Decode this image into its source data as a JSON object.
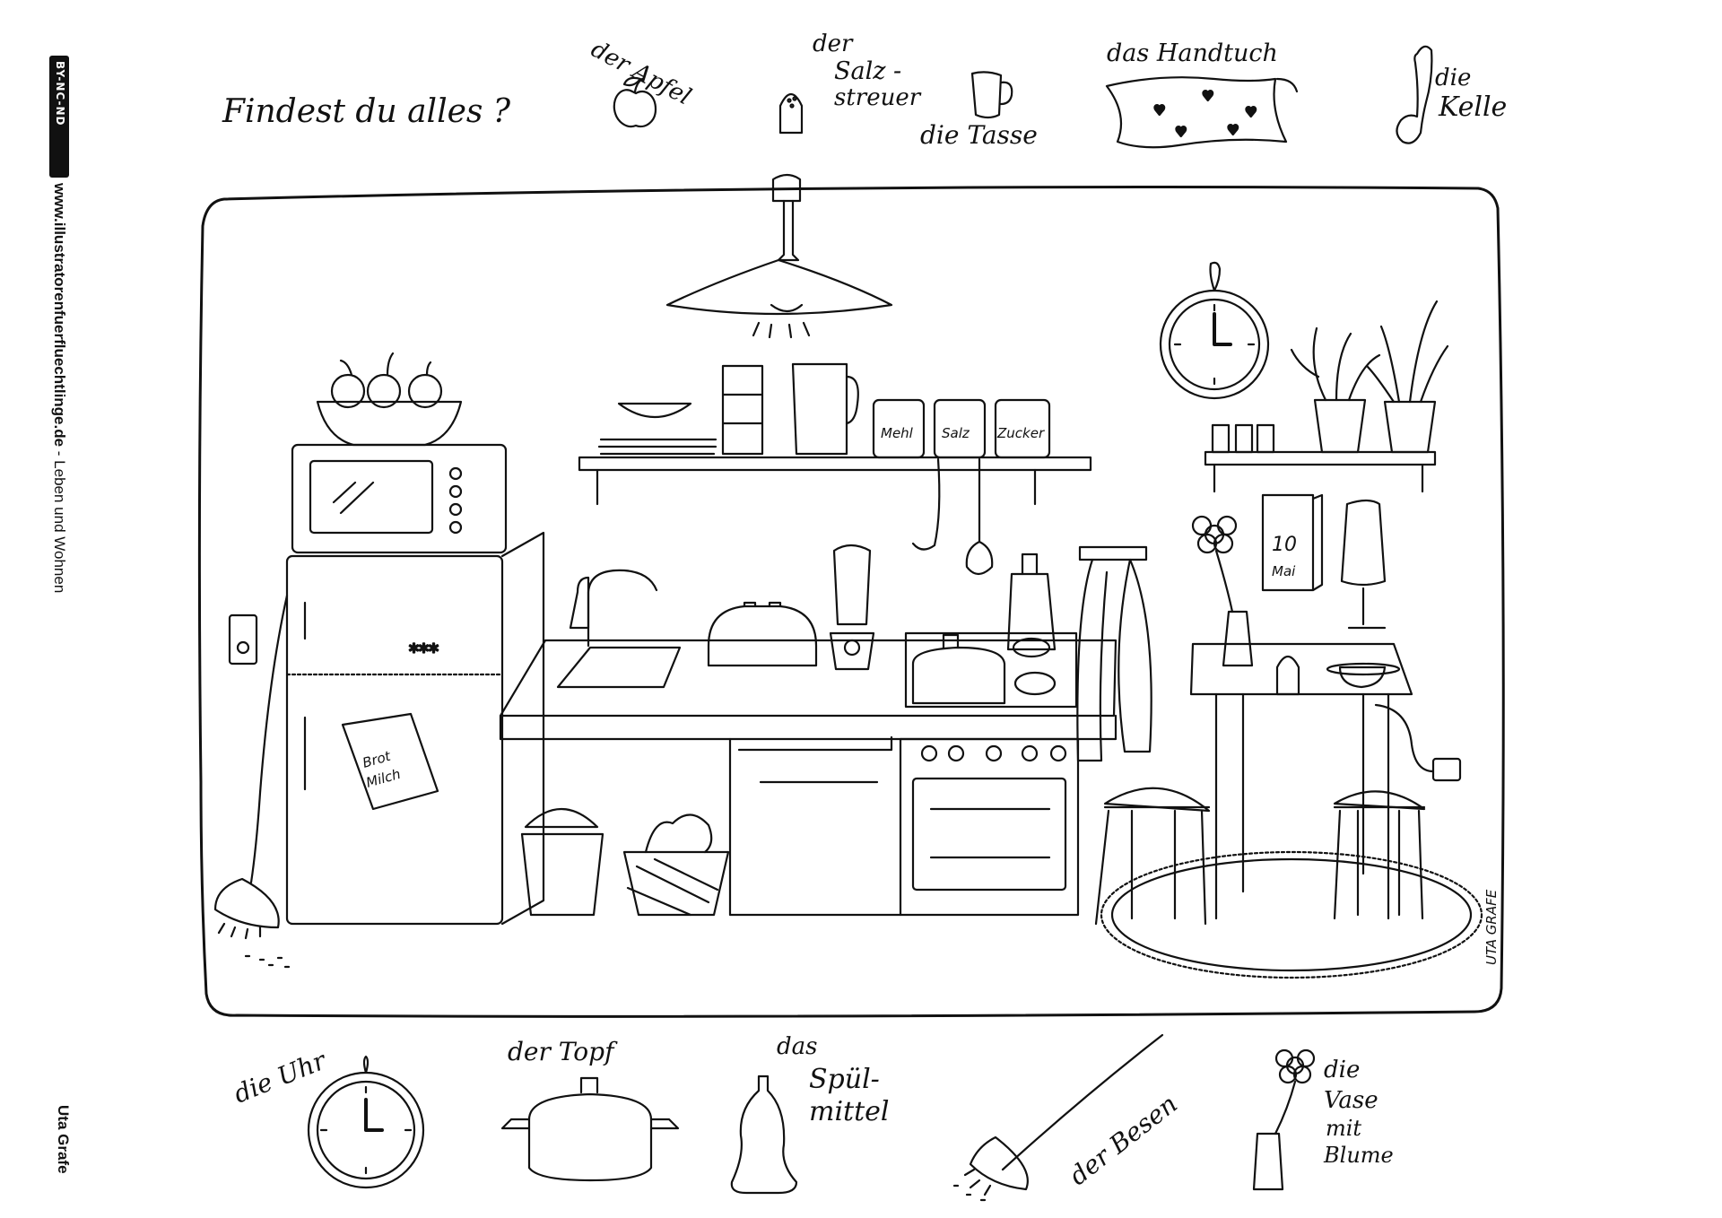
{
  "header": {
    "title": "Findest du alles ?"
  },
  "sidebar": {
    "license": "BY-NC-ND",
    "website": "www.illustratorenfuerfluechtlinge.de",
    "section": " - Leben und Wohnen",
    "author": "Uta Grafe"
  },
  "top_items": [
    {
      "icon": "apple-icon",
      "label": "der Apfel"
    },
    {
      "icon": "salt-shaker-icon",
      "label_line1": "der",
      "label_line2": "Salz -",
      "label_line3": "streuer"
    },
    {
      "icon": "cup-icon",
      "label": "die Tasse"
    },
    {
      "icon": "towel-icon",
      "label": "das Handtuch"
    },
    {
      "icon": "ladle-icon",
      "label_line1": "die",
      "label_line2": "Kelle"
    }
  ],
  "bottom_items": [
    {
      "icon": "clock-icon",
      "label": "die Uhr"
    },
    {
      "icon": "pot-icon",
      "label": "der Topf"
    },
    {
      "icon": "dish-soap-icon",
      "label_line1": "das",
      "label_line2": "Spül-",
      "label_line3": "mittel"
    },
    {
      "icon": "broom-icon",
      "label": "der Besen"
    },
    {
      "icon": "vase-with-flower-icon",
      "label_line1": "die",
      "label_line2": "Vase",
      "label_line3": "mit",
      "label_line4": "Blume"
    }
  ],
  "scene": {
    "jars": [
      "Mehl",
      "Salz",
      "Zucker"
    ],
    "calendar_day": "10",
    "calendar_month": "Mai",
    "note_line1": "Brot",
    "note_line2": "Milch",
    "freezer_mark": "***",
    "signature": "UTA GRAFE"
  }
}
